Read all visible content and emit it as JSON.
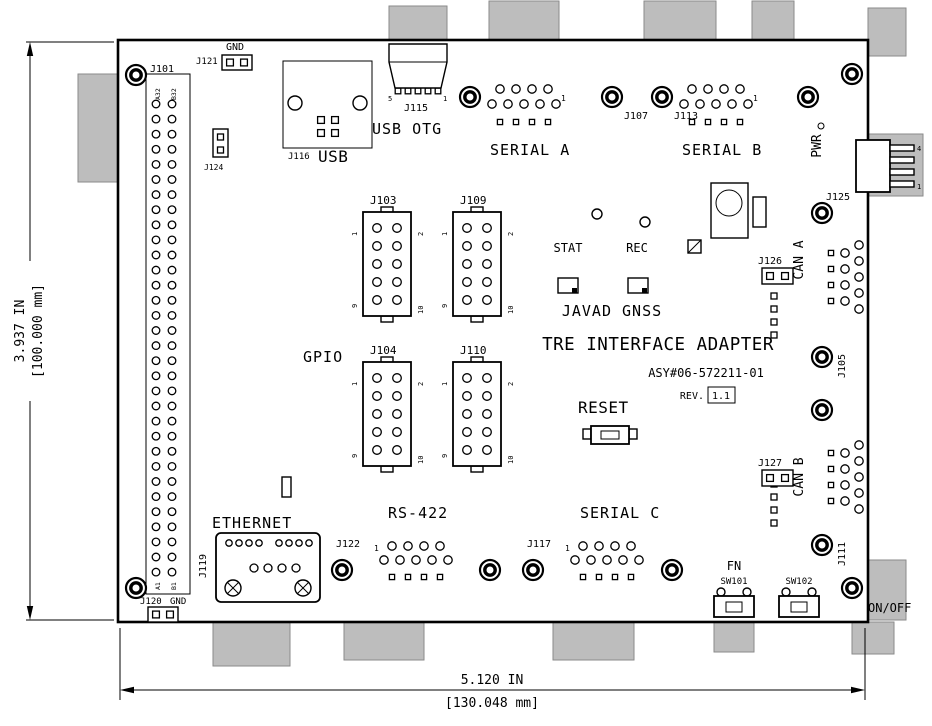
{
  "title": {
    "brand": "JAVAD GNSS",
    "product": "TRE INTERFACE ADAPTER",
    "assembly": "ASY#06-572211-01",
    "rev_label": "REV.",
    "rev_value": "1.1"
  },
  "dims": {
    "height_in": "3.937 IN",
    "height_mm": "[100.000 mm]",
    "width_in": "5.120 IN",
    "width_mm": "[130.048 mm]"
  },
  "labels": {
    "j101": "J101",
    "j121": "J121",
    "gnd_top": "GND",
    "j124": "J124",
    "j116": "J116",
    "usb": "USB",
    "j115": "J115",
    "usb_otg": "USB OTG",
    "serial_a": "SERIAL A",
    "j107": "J107",
    "serial_b": "SERIAL B",
    "j113": "J113",
    "pwr": "PWR",
    "j125": "J125",
    "j103": "J103",
    "j109": "J109",
    "gpio": "GPIO",
    "j104": "J104",
    "j110": "J110",
    "stat": "STAT",
    "rec": "REC",
    "j126": "J126",
    "can_a": "CAN A",
    "j105": "J105",
    "reset": "RESET",
    "j127": "J127",
    "can_b": "CAN B",
    "j111": "J111",
    "ethernet": "ETHERNET",
    "j119": "J119",
    "j120": "J120",
    "gnd_bottom": "GND",
    "rs422": "RS-422",
    "j122": "J122",
    "serial_c": "SERIAL C",
    "j117": "J117",
    "fn": "FN",
    "sw101": "SW101",
    "sw102": "SW102",
    "on_off": "ON/OFF"
  },
  "pins": {
    "p1": "1",
    "p2": "2",
    "p4": "4",
    "p5": "5",
    "p9": "9",
    "p10": "10",
    "a32": "A32",
    "b32": "B32",
    "a1": "A1",
    "b1": "B1"
  },
  "colors": {
    "line": "#000000",
    "board_fill": "#ffffff",
    "connector_gray": "#bdbdbd"
  }
}
